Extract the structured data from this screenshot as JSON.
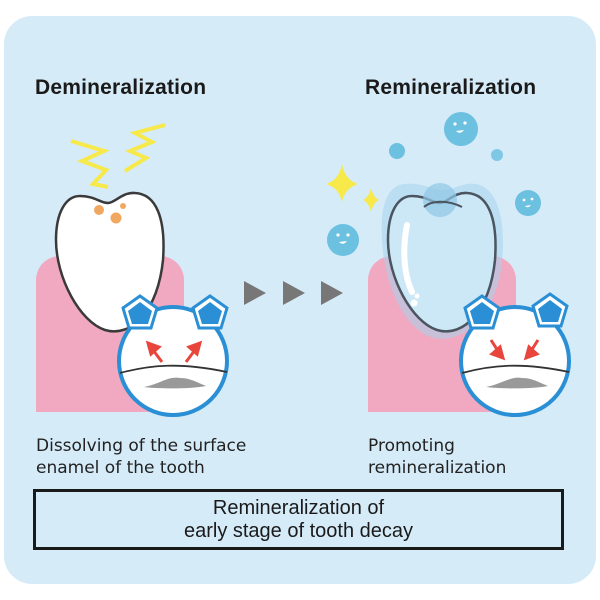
{
  "left": {
    "title": "Demineralization",
    "caption_line1": "Dissolving of the surface",
    "caption_line2": "enamel of the tooth"
  },
  "right": {
    "title": "Remineralization",
    "caption_line1": "Promoting",
    "caption_line2": "remineralization"
  },
  "summary": {
    "line1": "Remineralization of",
    "line2": "early stage of tooth decay"
  },
  "colors": {
    "background": "#d6ebf8",
    "gum": "#f0a9c0",
    "ion": "#2a8fd4",
    "arrow": "#e8453c",
    "lightning": "#f7e94a",
    "bubble": "#6cc0e0",
    "progress_arrow": "#777777"
  }
}
